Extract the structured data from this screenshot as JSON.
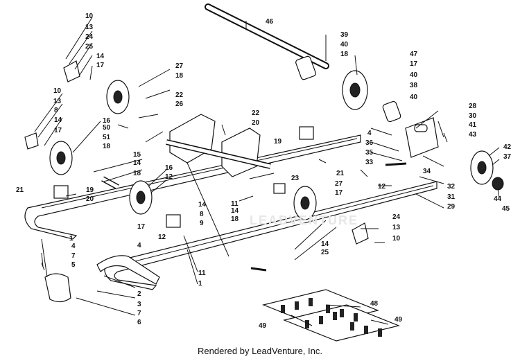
{
  "watermark": "LEADVENTURE",
  "footer": "Rendered by LeadVenture, Inc.",
  "callouts": [
    "1",
    "1",
    "2",
    "3",
    "4",
    "4",
    "4",
    "5",
    "6",
    "7",
    "7",
    "8",
    "8",
    "9",
    "10",
    "10",
    "10",
    "11",
    "11",
    "12",
    "12",
    "12",
    "13",
    "13",
    "13",
    "14",
    "14",
    "14",
    "14",
    "14",
    "14",
    "15",
    "16",
    "16",
    "17",
    "17",
    "17",
    "17",
    "17",
    "18",
    "18",
    "18",
    "18",
    "18",
    "19",
    "19",
    "20",
    "20",
    "21",
    "21",
    "22",
    "22",
    "23",
    "24",
    "24",
    "25",
    "25",
    "26",
    "27",
    "27",
    "28",
    "29",
    "30",
    "31",
    "32",
    "33",
    "34",
    "35",
    "36",
    "37",
    "38",
    "39",
    "40",
    "40",
    "40",
    "41",
    "42",
    "43",
    "44",
    "45",
    "46",
    "47",
    "48",
    "49",
    "49",
    "50",
    "51"
  ]
}
